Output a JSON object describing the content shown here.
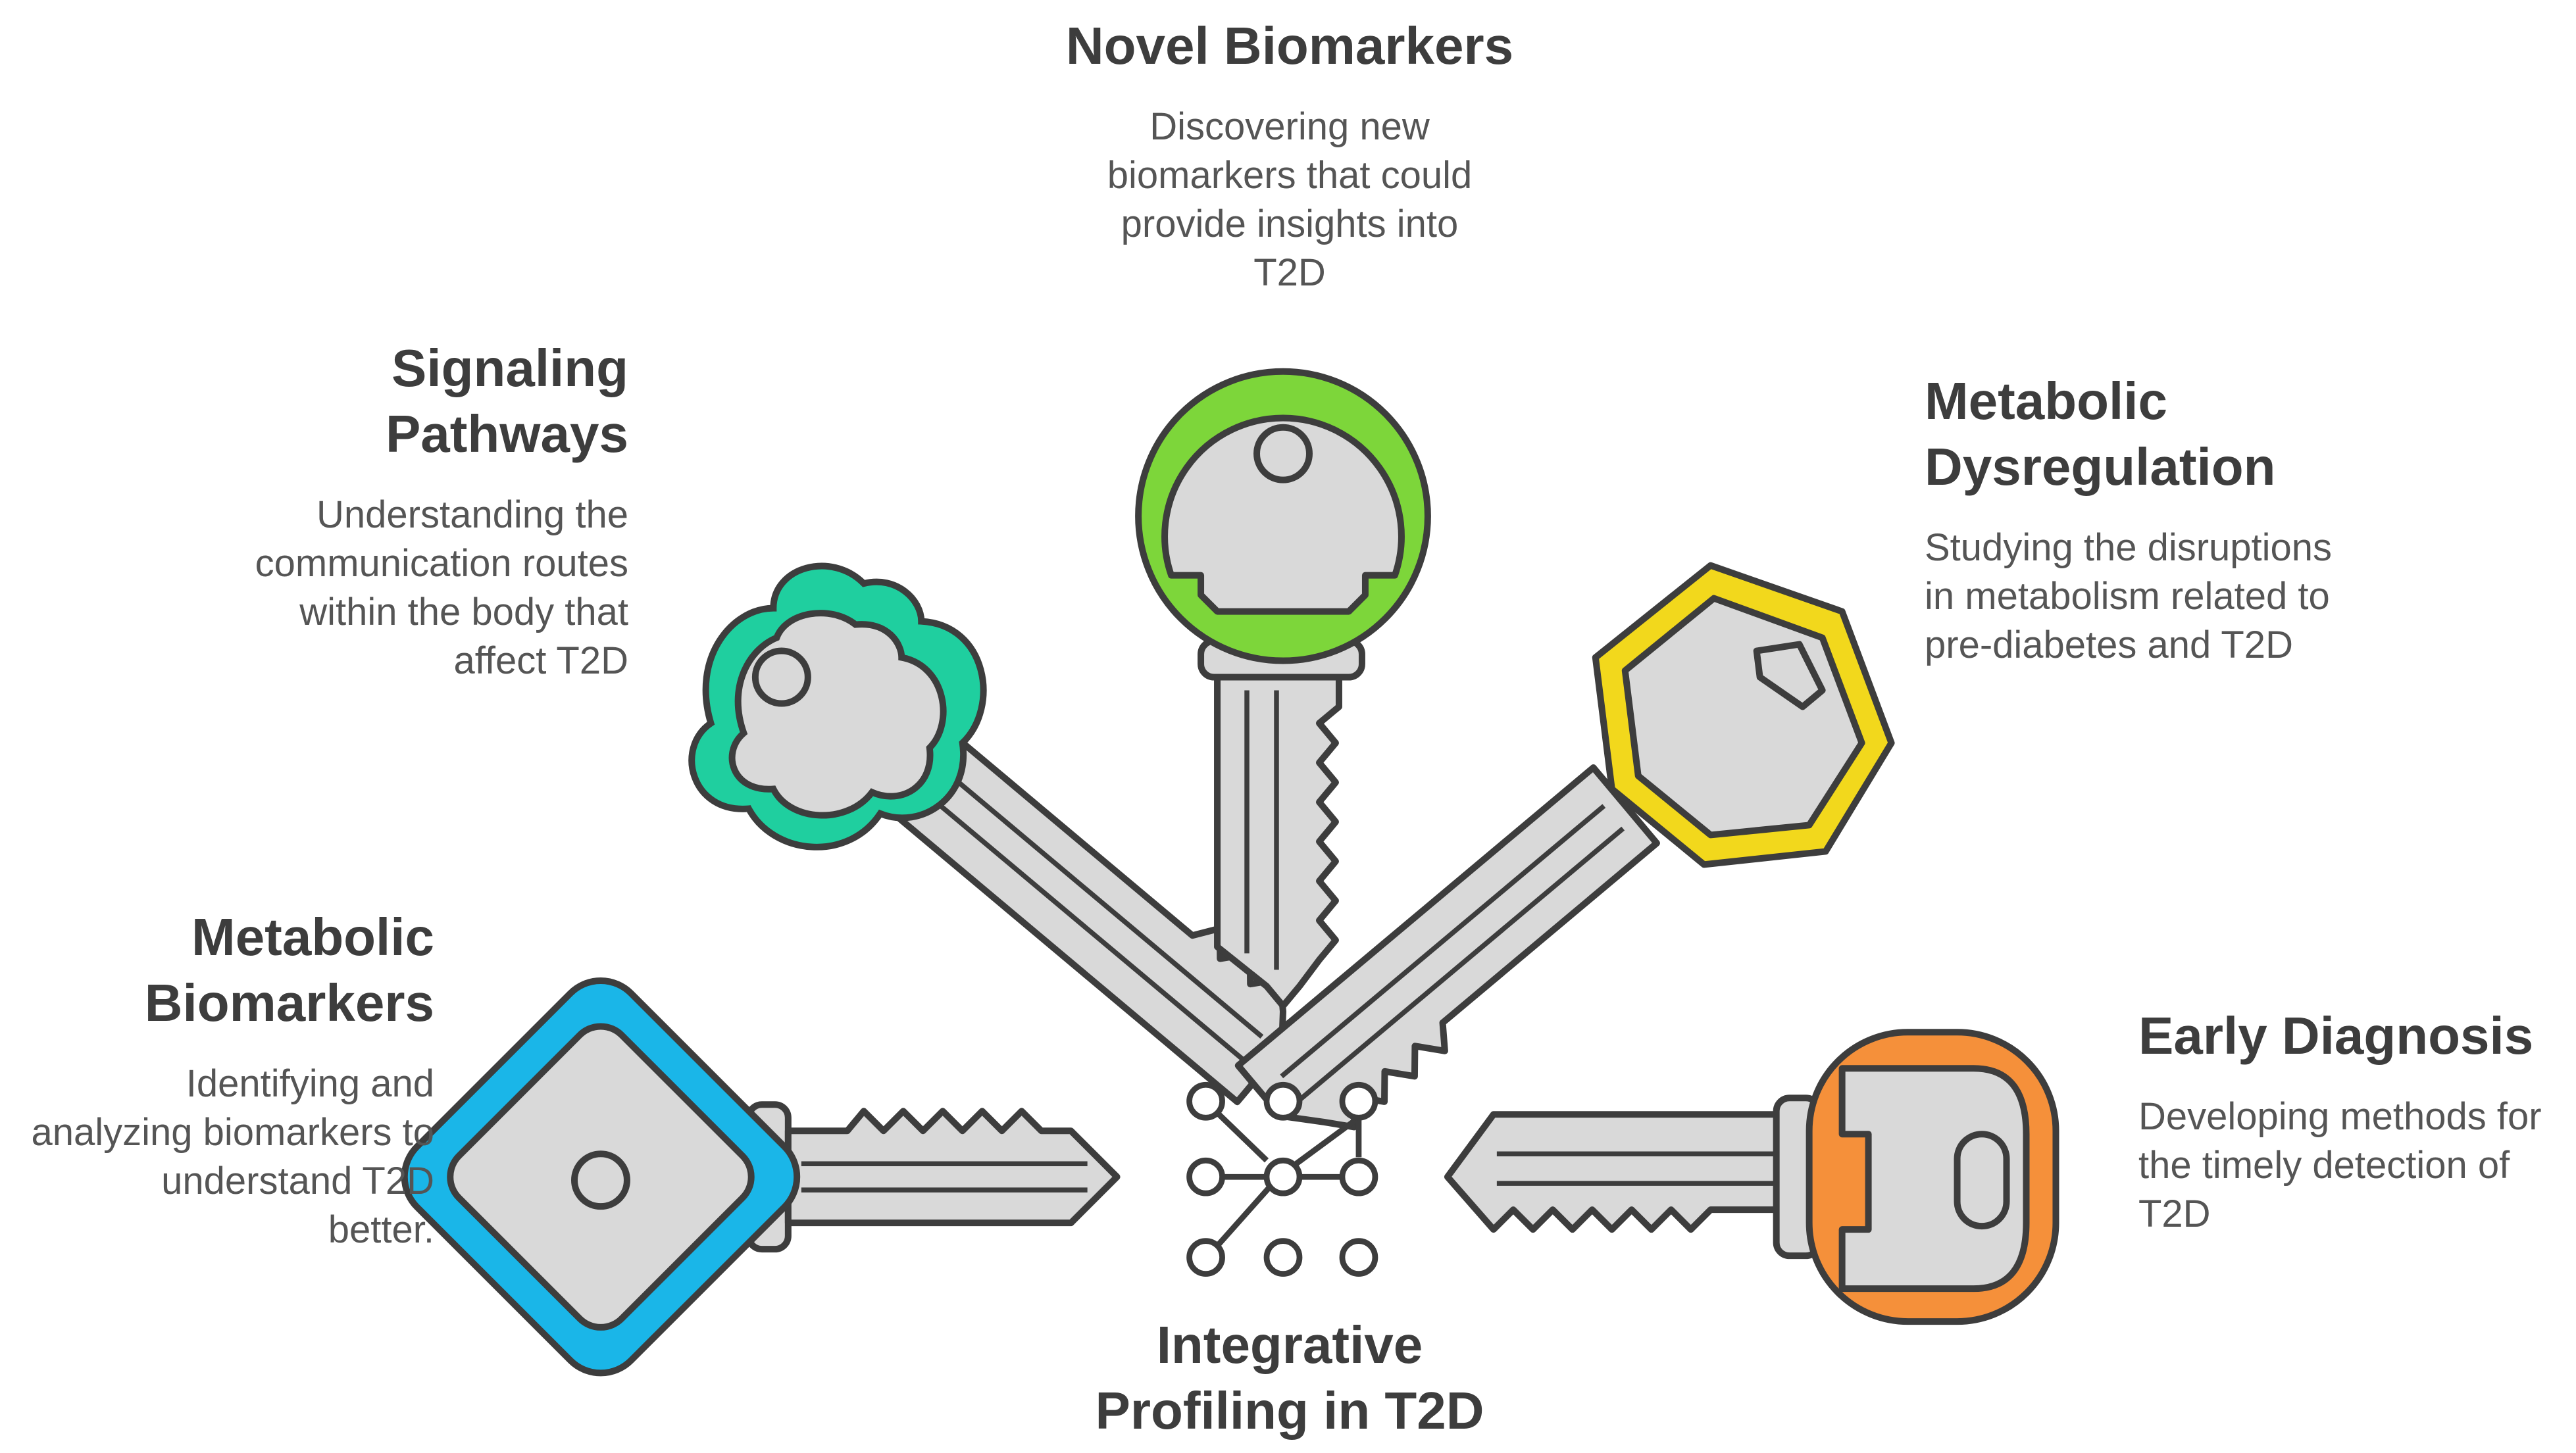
{
  "center_title": "Integrative\nProfiling in T2D",
  "colors": {
    "metabolic_biomarkers": "#1ab6e8",
    "signaling_pathways": "#1fcf9f",
    "novel_biomarkers": "#7dd63a",
    "metabolic_dysregulation": "#f2d81c",
    "early_diagnosis": "#f5903a",
    "key_gray": "#d9d9d9",
    "outline": "#3d3d3d"
  },
  "items": [
    {
      "id": "novel_biomarkers",
      "title": "Novel Biomarkers",
      "description": "Discovering new\nbiomarkers that could\nprovide insights into\nT2D",
      "icon": "round-key-icon"
    },
    {
      "id": "signaling_pathways",
      "title": "Signaling\nPathways",
      "description": "Understanding the\ncommunication routes\nwithin the body that\naffect T2D",
      "icon": "cloud-key-icon"
    },
    {
      "id": "metabolic_dysregulation",
      "title": "Metabolic\nDysregulation",
      "description": "Studying the disruptions\nin metabolism related to\npre-diabetes and T2D",
      "icon": "hexagon-key-icon"
    },
    {
      "id": "metabolic_biomarkers",
      "title": "Metabolic\nBiomarkers",
      "description": "Identifying and\nanalyzing biomarkers to\nunderstand T2D\nbetter.",
      "icon": "diamond-key-icon"
    },
    {
      "id": "early_diagnosis",
      "title": "Early Diagnosis",
      "description": "Developing methods for\nthe timely detection of\nT2D",
      "icon": "rounded-rect-key-icon"
    }
  ],
  "center_icon": "network-nodes-icon"
}
